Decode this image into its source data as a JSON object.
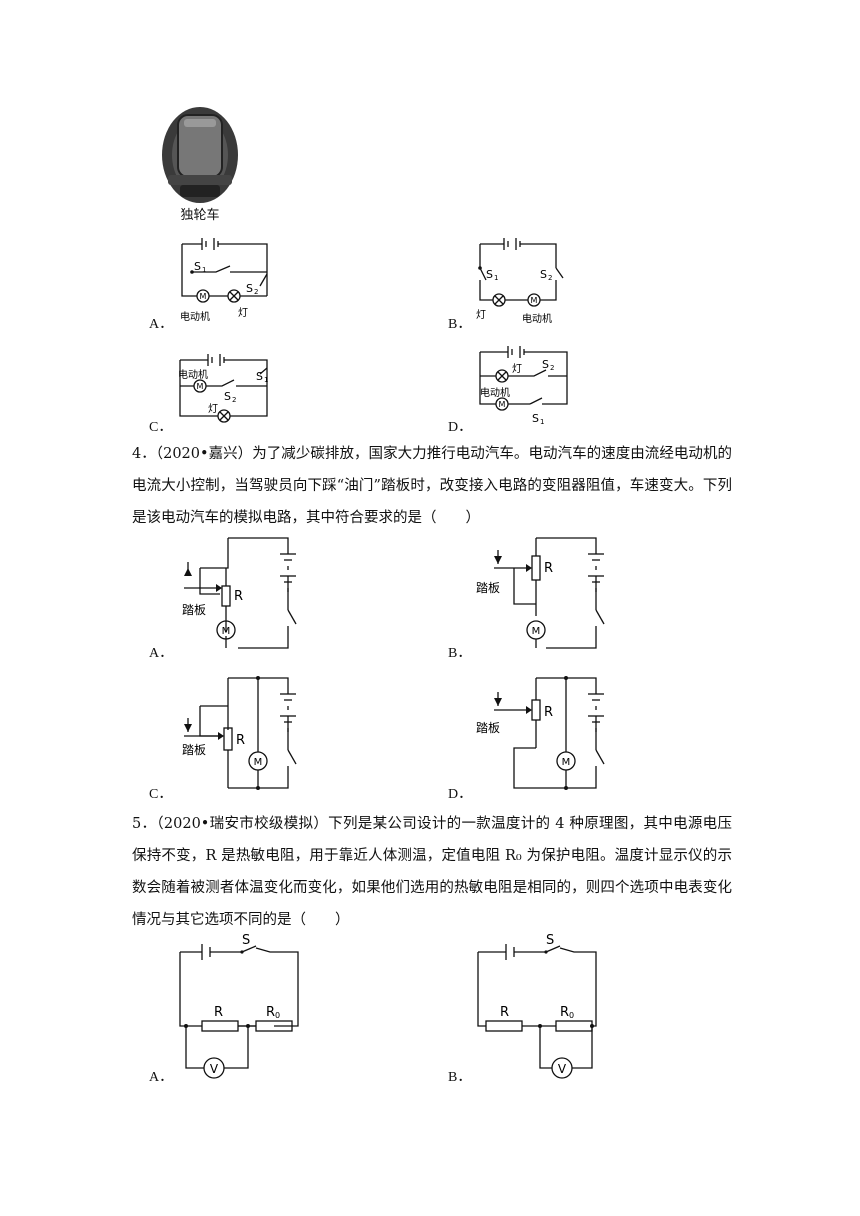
{
  "unicycle": {
    "caption": "独轮车"
  },
  "q3": {
    "options": [
      "A．",
      "B．",
      "C．",
      "D．"
    ],
    "labels": {
      "s1": "S",
      "s2": "S",
      "sub1": "1",
      "sub2": "2",
      "motor": "电动机",
      "lamp": "灯",
      "m": "M"
    }
  },
  "q4": {
    "text": "4．（2020•嘉兴）为了减少碳排放，国家大力推行电动汽车。电动汽车的速度由流经电动机的电流大小控制，当驾驶员向下踩“油门”踏板时，改变接入电路的变阻器阻值，车速变大。下列是该电动汽车的模拟电路，其中符合要求的是（　　）",
    "options": [
      "A．",
      "B．",
      "C．",
      "D．"
    ],
    "labels": {
      "pedal": "踏板",
      "r": "R",
      "m": "M"
    }
  },
  "q5": {
    "text": "5．（2020•瑞安市校级模拟）下列是某公司设计的一款温度计的 4 种原理图，其中电源电压保持不变，R 是热敏电阻，用于靠近人体测温，定值电阻 R₀ 为保护电阻。温度计显示仪的示数会随着被测者体温变化而变化，如果他们选用的热敏电阻是相同的，则四个选项中电表变化情况与其它选项不同的是（　　）",
    "options": [
      "A．",
      "B．"
    ],
    "labels": {
      "s": "S",
      "r": "R",
      "r0": "R",
      "r0sub": "0",
      "v": "V"
    }
  }
}
